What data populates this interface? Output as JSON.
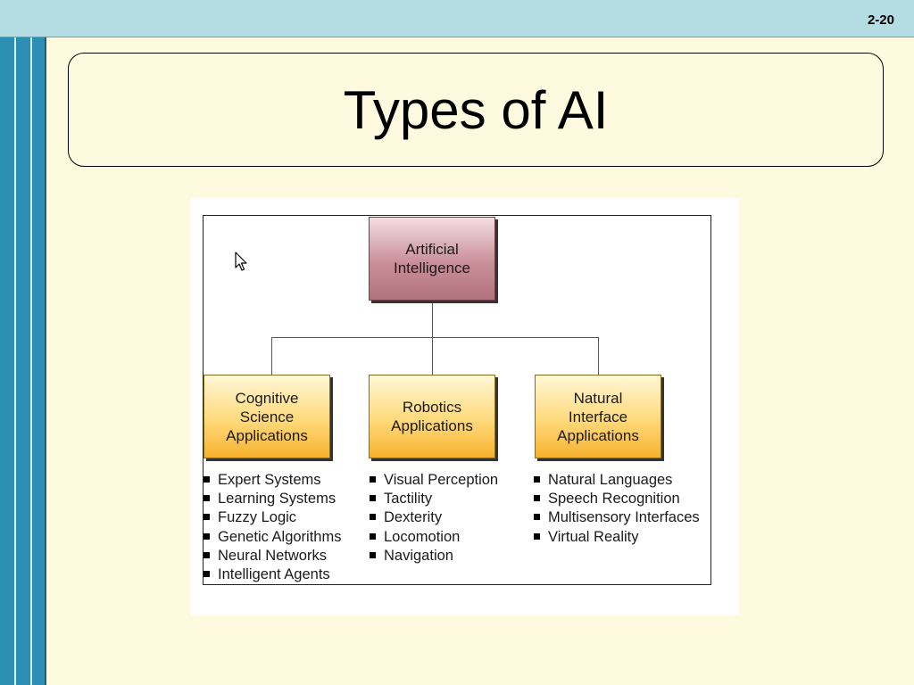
{
  "slide": {
    "page_number": "2-20",
    "title": "Types of AI"
  },
  "diagram": {
    "root": "Artificial\nIntelligence",
    "branches": [
      {
        "label": "Cognitive\nScience\nApplications",
        "items": [
          "Expert Systems",
          "Learning Systems",
          "Fuzzy Logic",
          "Genetic Algorithms",
          "Neural Networks",
          "Intelligent Agents"
        ]
      },
      {
        "label": "Robotics\nApplications",
        "items": [
          "Visual Perception",
          "Tactility",
          "Dexterity",
          "Locomotion",
          "Navigation"
        ]
      },
      {
        "label": "Natural\nInterface\nApplications",
        "items": [
          "Natural Languages",
          "Speech Recognition",
          "Multisensory Interfaces",
          "Virtual Reality"
        ]
      }
    ]
  },
  "colors": {
    "top_bar": "#b3dde3",
    "left_rail": "#2b8fb3",
    "background": "#fefadf",
    "root_box": "#c98f99",
    "branch_box": "#ffd97a"
  },
  "icons": {
    "cursor": "mouse-pointer-icon"
  }
}
